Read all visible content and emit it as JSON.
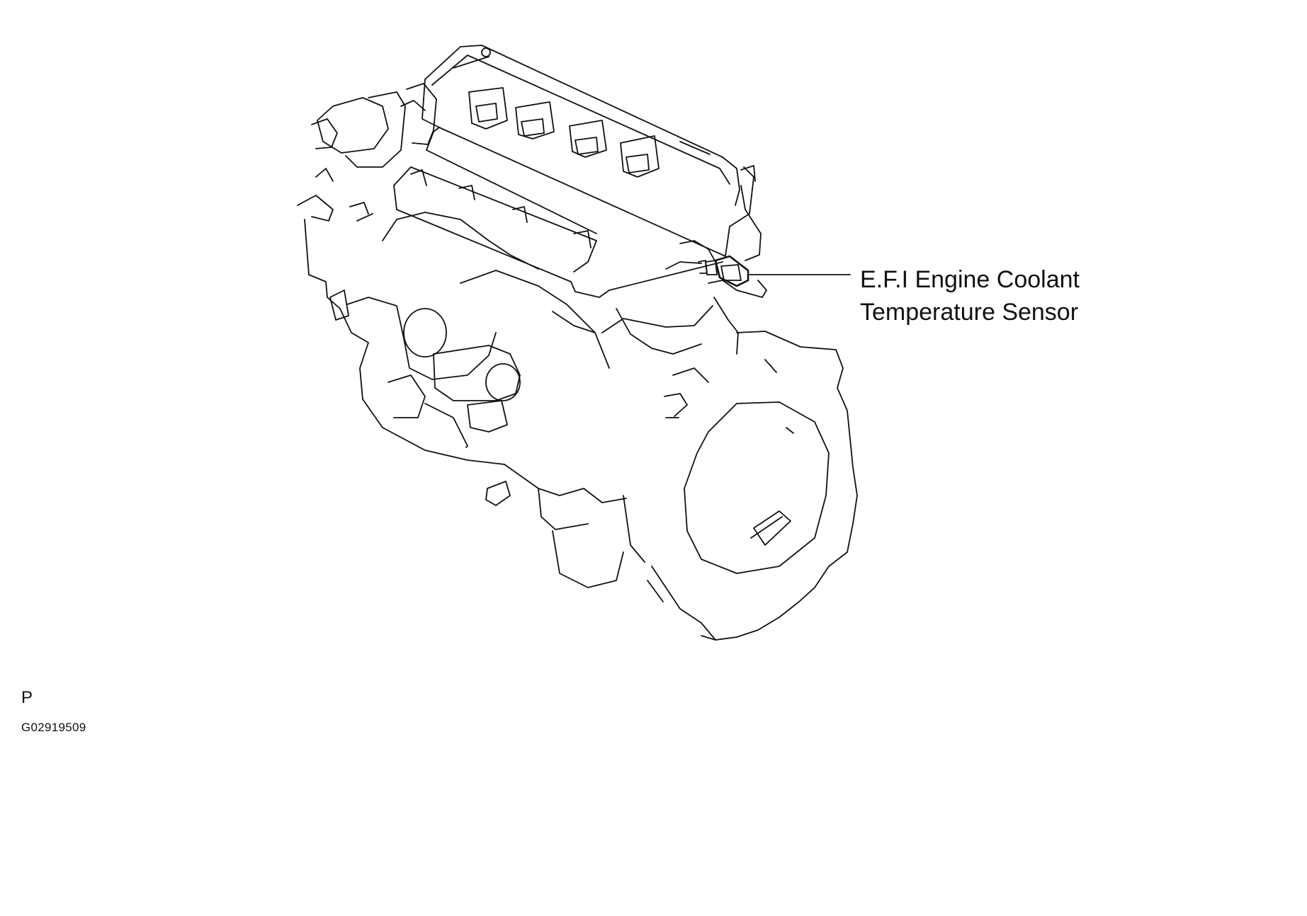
{
  "callout": {
    "line1": "E.F.I Engine Coolant",
    "line2": "Temperature Sensor"
  },
  "view_code": "P",
  "figure_id": "G02919509",
  "colors": {
    "line": "#111111",
    "background": "#ffffff"
  }
}
